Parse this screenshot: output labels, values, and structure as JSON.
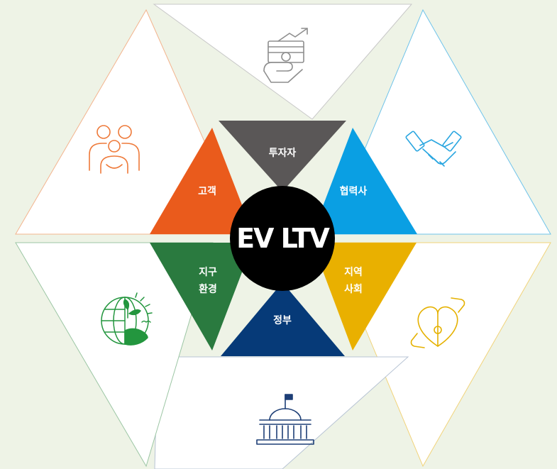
{
  "center": {
    "title": "EV LTV"
  },
  "stakeholders": {
    "investor": {
      "label": "투자자",
      "color": "#5a5757",
      "icon": "money-growth-icon",
      "icon_color": "#8e8e8e"
    },
    "partner": {
      "label": "협력사",
      "color": "#0a9fe3",
      "icon": "handshake-icon",
      "icon_color": "#2aa6e0"
    },
    "community": {
      "line1": "지역",
      "line2": "사회",
      "color": "#e9b000",
      "icon": "heart-puzzle-hands-icon",
      "icon_color": "#e5b100"
    },
    "government": {
      "label": "정부",
      "color": "#063a78",
      "icon": "government-building-icon",
      "icon_color": "#1d3e76"
    },
    "environment": {
      "line1": "지구",
      "line2": "환경",
      "color": "#2a7a3f",
      "icon": "earth-plant-icon",
      "icon_color": "#23963e"
    },
    "customer": {
      "label": "고객",
      "color": "#ea5b1c",
      "icon": "family-icon",
      "icon_color": "#ee7a3a"
    }
  }
}
